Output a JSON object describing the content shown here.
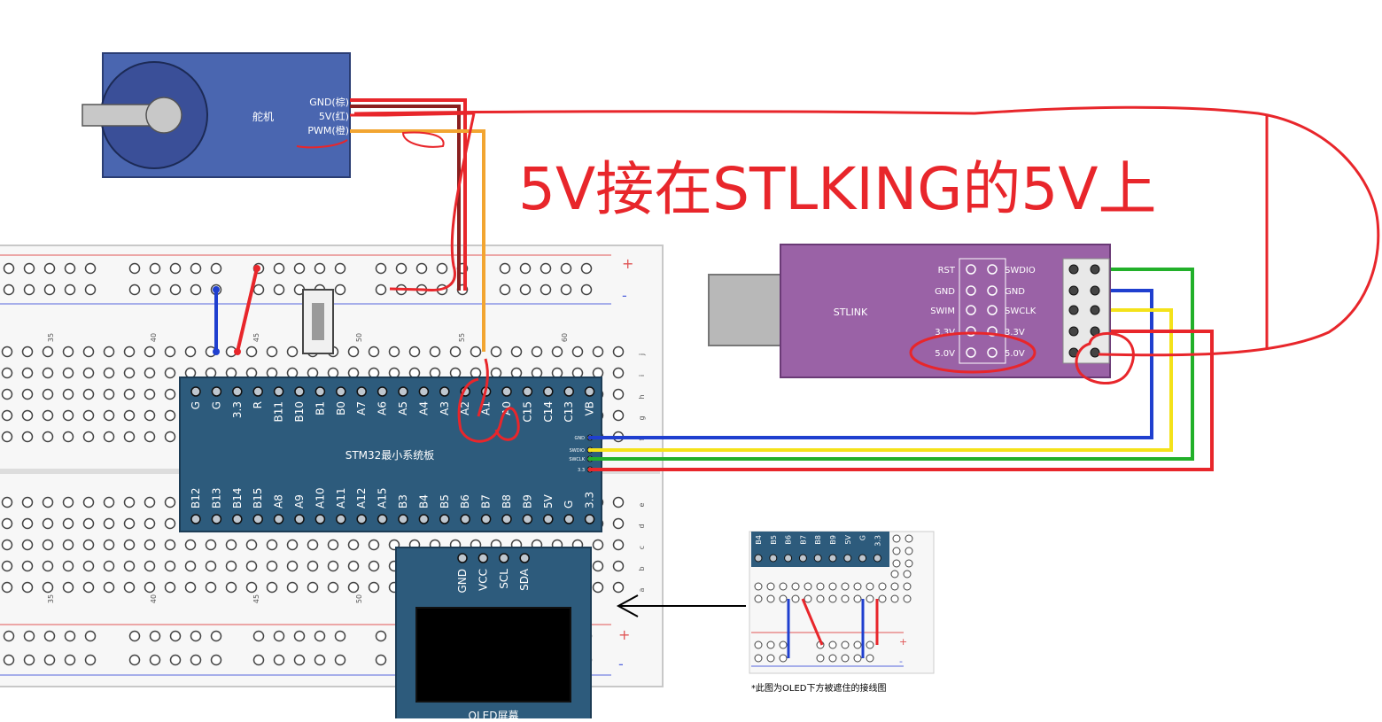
{
  "annotation": {
    "text": "5V接在STLKING的5V上",
    "color": "#e8262b"
  },
  "servo": {
    "label": "舵机",
    "pins": [
      "GND(棕)",
      "5V(红)",
      "PWM(橙)"
    ],
    "body_color": "#4a66b0"
  },
  "stm32": {
    "label": "STM32最小系统板",
    "top_pins": [
      "G",
      "G",
      "3.3",
      "R",
      "B11",
      "B10",
      "B1",
      "B0",
      "A7",
      "A6",
      "A5",
      "A4",
      "A3",
      "A2",
      "A1",
      "A0",
      "C15",
      "C14",
      "C13",
      "VB"
    ],
    "bottom_pins": [
      "B12",
      "B13",
      "B14",
      "B15",
      "A8",
      "A9",
      "A10",
      "A11",
      "A12",
      "A15",
      "B3",
      "B4",
      "B5",
      "B6",
      "B7",
      "B8",
      "B9",
      "5V",
      "G",
      "3.3"
    ],
    "side_pins": [
      "GND",
      "SWDIO",
      "SWCLK",
      "3.3"
    ],
    "body_color": "#2d5b7c"
  },
  "stlink": {
    "label": "STLINK",
    "left_pins": [
      "RST",
      "GND",
      "SWIM",
      "3.3V",
      "5.0V"
    ],
    "right_pins": [
      "SWDIO",
      "GND",
      "SWCLK",
      "3.3V",
      "5.0V"
    ],
    "body_color": "#9a62a6"
  },
  "oled": {
    "pins": [
      "GND",
      "VCC",
      "SCL",
      "SDA"
    ],
    "label": "OLED屏幕",
    "body_color": "#2d5b7c"
  },
  "breadboard": {
    "column_numbers": [
      "35",
      "40",
      "45",
      "50",
      "55",
      "60"
    ],
    "row_letters": [
      "j",
      "i",
      "h",
      "g",
      "f",
      "e",
      "d",
      "c",
      "b",
      "a"
    ],
    "rail_plus": "+",
    "rail_minus": "-"
  },
  "inset": {
    "top_pins": [
      "B4",
      "B5",
      "B6",
      "B7",
      "B8",
      "B9",
      "5V",
      "G",
      "3.3"
    ],
    "caption": "*此图为OLED下方被遮住的接线图"
  },
  "colors": {
    "red_wire": "#e8262b",
    "blue_wire": "#1f3fcf",
    "green_wire": "#22b02a",
    "yellow_wire": "#f4e21a",
    "orange_wire": "#f2a531",
    "brown_wire": "#8a1f1f"
  }
}
